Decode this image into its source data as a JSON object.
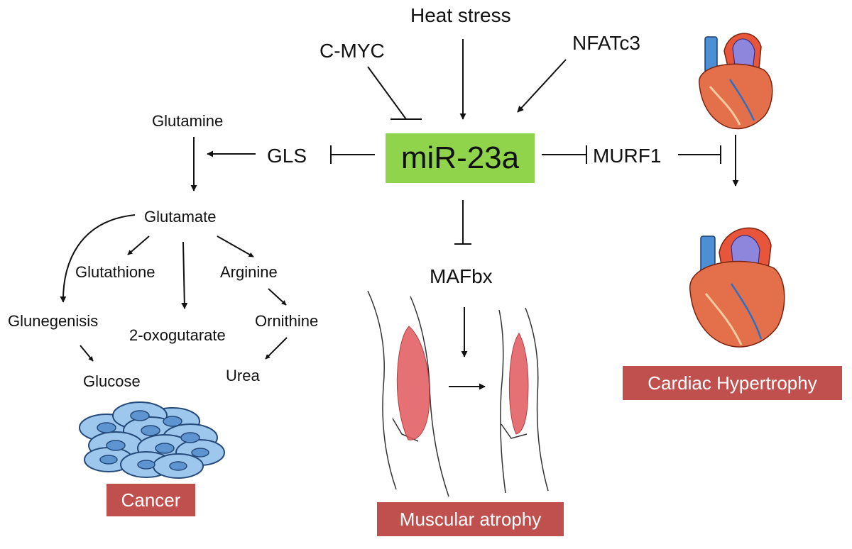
{
  "center": {
    "label": "miR-23a"
  },
  "regulators": {
    "heat_stress": "Heat stress",
    "cmyc": "C-MYC",
    "nfatc3": "NFATc3"
  },
  "targets": {
    "gls": "GLS",
    "murf1": "MURF1",
    "mafbx": "MAFbx"
  },
  "metabolism": {
    "glutamine": "Glutamine",
    "glutamate": "Glutamate",
    "glutathione": "Glutathione",
    "arginine": "Arginine",
    "glunegenisis": "Glunegenisis",
    "oxoglutarate": "2-oxogutarate",
    "ornithine": "Ornithine",
    "glucose": "Glucose",
    "urea": "Urea"
  },
  "outcomes": {
    "cancer": "Cancer",
    "muscular_atrophy": "Muscular atrophy",
    "cardiac_hypertrophy": "Cardiac Hypertrophy"
  },
  "colors": {
    "center_box": "#8fd44a",
    "caption": "#c0504d",
    "muscle": "#e2585c",
    "cell": "#6aa5dd",
    "heart": "#d9583a",
    "aorta": "#5c6fc6"
  }
}
